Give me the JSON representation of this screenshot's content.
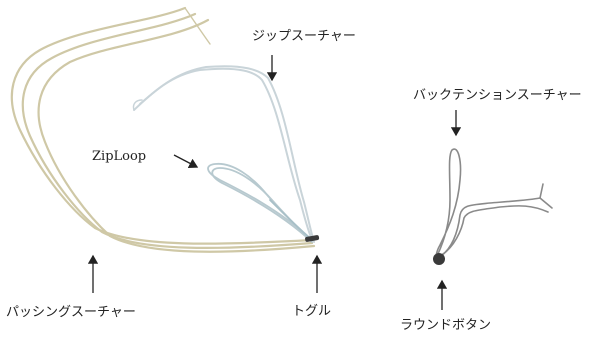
{
  "labels": {
    "zip_suture": "ジップスーチャー",
    "ziploop": "ZipLoop",
    "passing_suture": "パッシングスーチャー",
    "toggle": "トグル",
    "back_tension_suture": "バックテンションスーチャー",
    "round_button": "ラウンドボタン"
  },
  "colors": {
    "passing_suture": "#cfc8a6",
    "zip_suture": "#c9d4d9",
    "ziploop": "#b7c9cf",
    "back_tension_suture": "#8a8a8a",
    "button": "#3a3a3a",
    "arrow": "#222222"
  }
}
